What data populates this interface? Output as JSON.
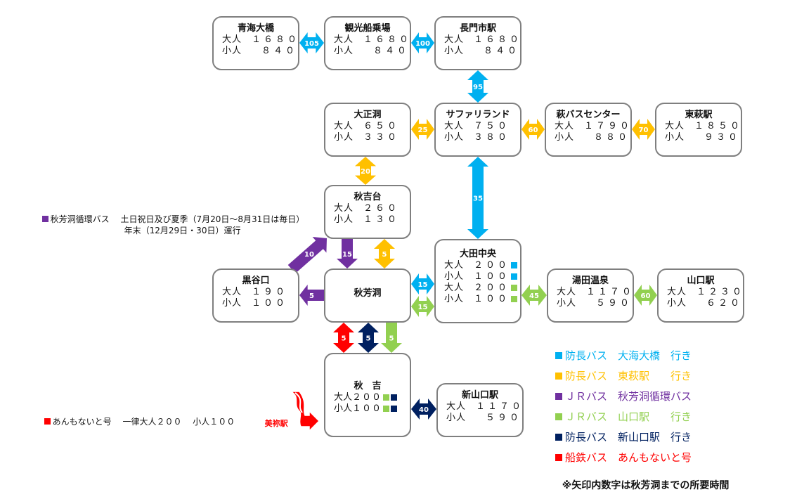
{
  "nodes": {
    "aomi": {
      "name": "青海大橋",
      "adult_label": "大人",
      "adult": "１６８０",
      "child_label": "小人",
      "child": "８４０"
    },
    "kanko": {
      "name": "観光船乗場",
      "adult_label": "大人",
      "adult": "１６８０",
      "child_label": "小人",
      "child": "８４０"
    },
    "nagato": {
      "name": "長門市駅",
      "adult_label": "大人",
      "adult": "１６８０",
      "child_label": "小人",
      "child": "８４０"
    },
    "taisho": {
      "name": "大正洞",
      "adult_label": "大人",
      "adult": "６５０",
      "child_label": "小人",
      "child": "３３０"
    },
    "safari": {
      "name": "サファリランド",
      "adult_label": "大人",
      "adult": "７５０",
      "child_label": "小人",
      "child": "３８０"
    },
    "hagibus": {
      "name": "萩バスセンター",
      "adult_label": "大人",
      "adult": "１７９０",
      "child_label": "小人",
      "child": "８８０"
    },
    "higashihagi": {
      "name": "東萩駅",
      "adult_label": "大人",
      "adult": "１８５０",
      "child_label": "小人",
      "child": "９３０"
    },
    "akiyoshidai": {
      "name": "秋吉台",
      "adult_label": "大人",
      "adult": "２６０",
      "child_label": "小人",
      "child": "１３０"
    },
    "ota": {
      "name": "大田中央",
      "rows": [
        {
          "label": "大人",
          "value": "２００",
          "color": "#00b0f0"
        },
        {
          "label": "小人",
          "value": "１００",
          "color": "#00b0f0"
        },
        {
          "label": "大人",
          "value": "２００",
          "color": "#92d050"
        },
        {
          "label": "小人",
          "value": "１００",
          "color": "#92d050"
        }
      ]
    },
    "kurodani": {
      "name": "黒谷口",
      "adult_label": "大人",
      "adult": "１９０",
      "child_label": "小人",
      "child": "１００"
    },
    "akiyoshido": {
      "name": "秋芳洞"
    },
    "yuda": {
      "name": "湯田温泉",
      "adult_label": "大人",
      "adult": "１１７０",
      "child_label": "小人",
      "child": "５９０"
    },
    "yamaguchi": {
      "name": "山口駅",
      "adult_label": "大人",
      "adult": "１２３０",
      "child_label": "小人",
      "child": "６２０"
    },
    "akiyoshi": {
      "name": "秋　吉",
      "adult_label": "大人",
      "adult": "２００",
      "child_label": "小人",
      "child": "１００"
    },
    "shinyamaguchi": {
      "name": "新山口駅",
      "adult_label": "大人",
      "adult": "１１７０",
      "child_label": "小人",
      "child": "５９０"
    }
  },
  "arrows": {
    "a105": "105",
    "a100": "100",
    "a95": "95",
    "a25": "25",
    "a60": "60",
    "a70": "70",
    "a20": "20",
    "a35": "35",
    "a10": "10",
    "a15p": "15",
    "a5y": "5",
    "a5p": "5",
    "a15b": "15",
    "a15g": "15",
    "a45": "45",
    "a60g": "60",
    "a5r": "5",
    "a5n": "5",
    "a5g": "5",
    "a40": "40"
  },
  "notes": {
    "loop_bullet_color": "#7030a0",
    "loop_line1": "秋芳洞循環バス　 土日祝日及び夏季（7月20日～8月31日は毎日）",
    "loop_line2": "年末（12月29日・30日）運行",
    "anmo_bullet_color": "#ff0000",
    "anmo_line": "あんもないと号　 一律大人２００　 小人１００",
    "mine_station": "美祢駅"
  },
  "legend": [
    {
      "color": "#00b0f0",
      "text": "防長バス　大海大橋　行き"
    },
    {
      "color": "#ffc000",
      "text": "防長バス　東萩駅　　行き"
    },
    {
      "color": "#7030a0",
      "text": "ＪＲバス　秋芳洞循環バス"
    },
    {
      "color": "#92d050",
      "text": "ＪＲバス　山口駅　　行き"
    },
    {
      "color": "#002060",
      "text": "防長バス　新山口駅　行き"
    },
    {
      "color": "#ff0000",
      "text": "船鉄バス　あんもないと号"
    }
  ],
  "footnote": "※矢印内数字は秋芳洞までの所要時間"
}
